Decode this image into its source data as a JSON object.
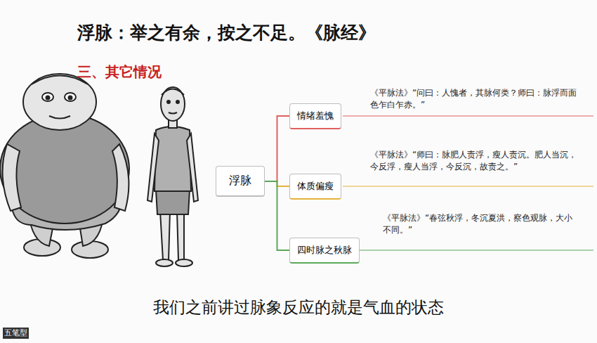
{
  "diagram": {
    "title": "浮脉：举之有余，按之不足。《脉经》",
    "caption": "我们之前讲过脉象反应的就是气血的状态",
    "nodes": [
      {
        "text": [
          "浮脉"
        ]
      },
      {
        "text": [
          "情绪羞愧"
        ]
      },
      {
        "text": [
          "体质偏瘦"
        ]
      },
      {
        "text": [
          "四时脉之秋脉"
        ]
      }
    ],
    "edges": [
      {
        "from": 0,
        "to": 1,
        "arrow": "none"
      },
      {
        "from": 0,
        "to": 2,
        "arrow": "none"
      },
      {
        "from": 0,
        "to": 3,
        "arrow": "none"
      }
    ],
    "labels": [
      "三、其它情况",
      "《平脉法》“问曰：人愧者，其脉何类？师曰：脉浮而面色乍白乍赤。”",
      "《平脉法》“师曰：脉肥人责浮，瘦人责沉。肥人当沉，今反浮，瘦人当浮，今反沉，故责之。”",
      "《平脉法》“春弦秋浮，冬沉夏洪，察色观脉，大小不同。”",
      "五笔型"
    ]
  }
}
